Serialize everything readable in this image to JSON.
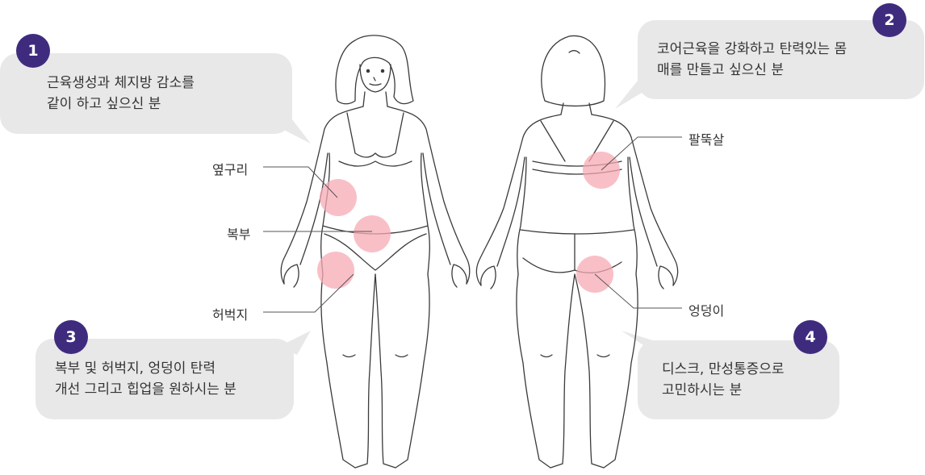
{
  "callouts": [
    {
      "number": "1",
      "lines": [
        "근육생성과 체지방 감소를",
        "같이 하고 싶으신 분"
      ]
    },
    {
      "number": "2",
      "lines": [
        "코어근육을 강화하고 탄력있는 몸",
        "매를 만들고 싶으신 분"
      ]
    },
    {
      "number": "3",
      "lines": [
        "복부 및 허벅지, 엉덩이 탄력",
        "개선 그리고 힙업을 원하시는 분"
      ]
    },
    {
      "number": "4",
      "lines": [
        "디스크, 만성통증으로",
        "고민하시는 분"
      ]
    }
  ],
  "body_labels": {
    "front_side": "옆구리",
    "front_abdomen": "복부",
    "front_thigh": "허벅지",
    "back_arm": "팔뚝살",
    "back_hip": "엉덩이"
  },
  "colors": {
    "badge": "#3f2b7e",
    "bubble": "#e8e8e8",
    "highlight": "#f7a9b4",
    "outline": "#3a3a3a"
  }
}
